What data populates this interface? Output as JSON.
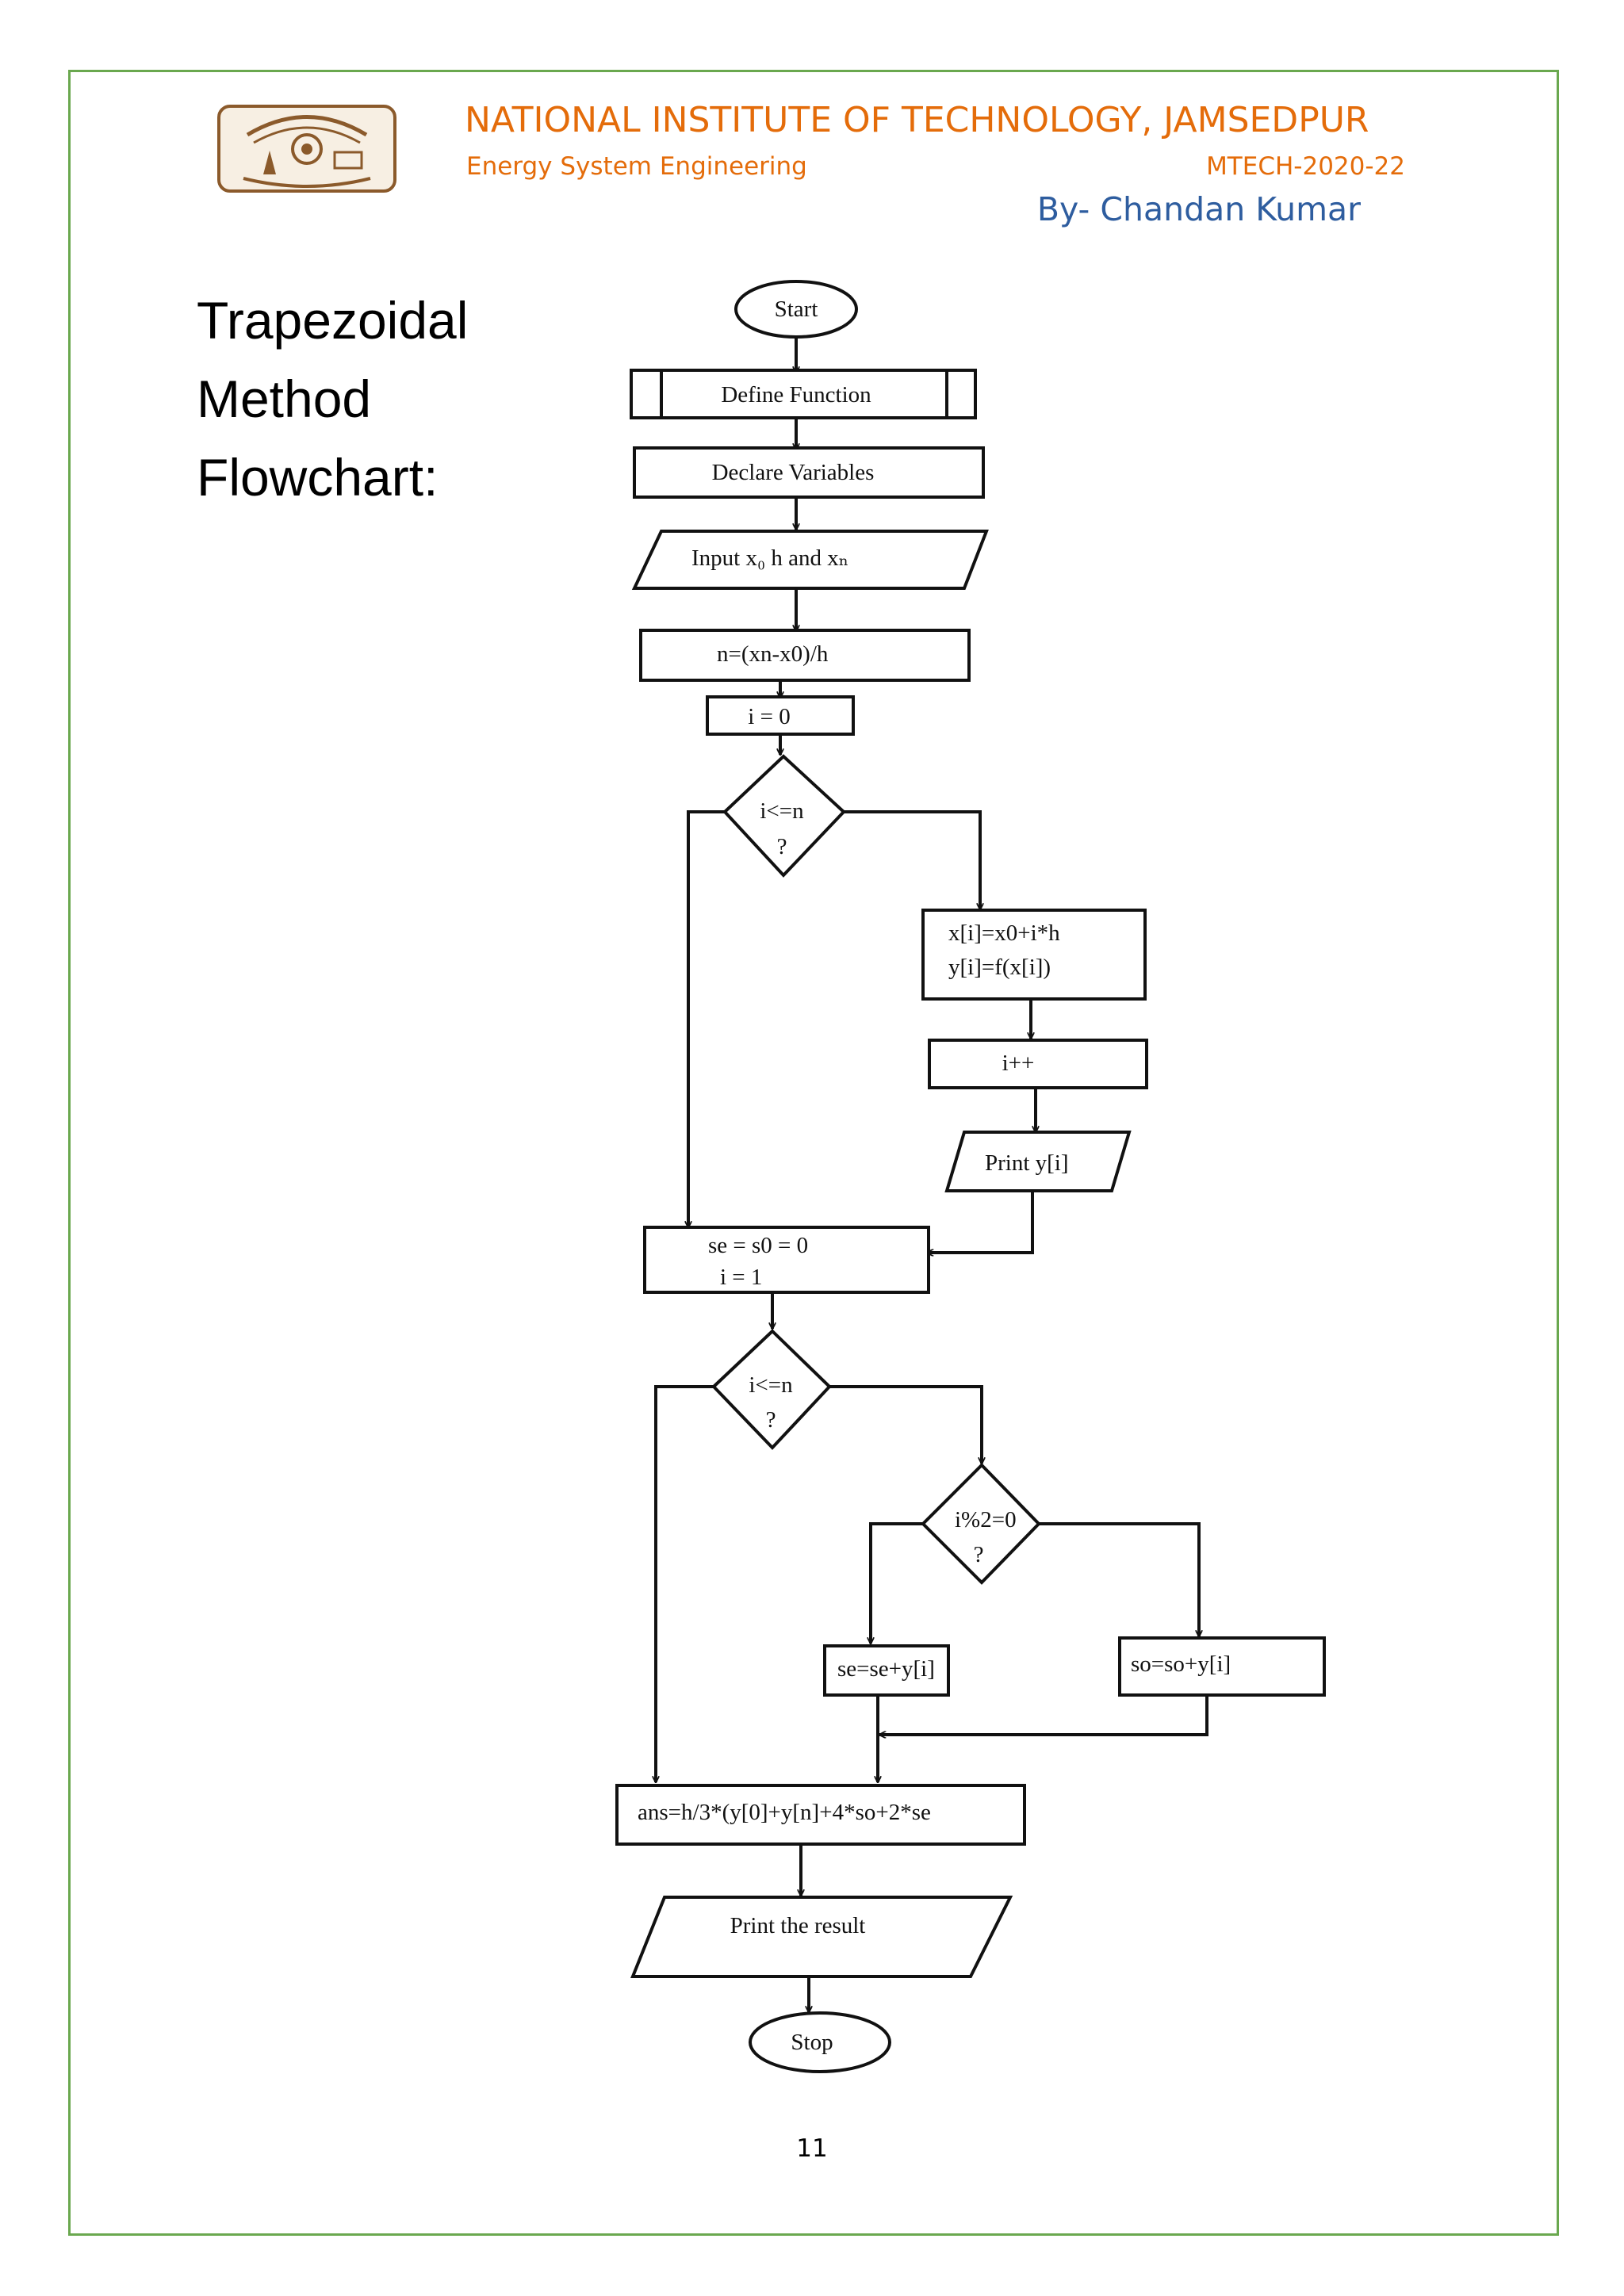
{
  "header": {
    "institute": "NATIONAL INSTITUTE OF TECHNOLOGY, JAMSEDPUR",
    "department": "Energy System Engineering",
    "program": "MTECH-2020-22",
    "author": "By- Chandan Kumar"
  },
  "heading": {
    "line1": "Trapezoidal",
    "line2": "Method",
    "line3": "Flowchart:"
  },
  "flowchart": {
    "start": "Start",
    "define_function": "Define Function",
    "declare_variables": "Declare Variables",
    "input": "Input x₀ h and xₙ",
    "compute_n": "n=(xn-x0)/h",
    "init_i": "i = 0",
    "cond1_line1": "i<=n",
    "cond1_line2": "?",
    "loop_line1": "x[i]=x0+i*h",
    "loop_line2": "y[i]=f(x[i])",
    "increment": "i++",
    "print_y": "Print  y[i]",
    "init_sums_line1": "se = s0 = 0",
    "init_sums_line2": "i = 1",
    "cond2_line1": "i<=n",
    "cond2_line2": "?",
    "cond3_line1": "i%2=0",
    "cond3_line2": "?",
    "add_even": "se=se+y[i]",
    "add_odd": "so=so+y[i]",
    "answer": "ans=h/3*(y[0]+y[n]+4*so+2*se",
    "print_result": "Print the result",
    "stop": "Stop"
  },
  "footer": {
    "page_number": "11"
  },
  "colors": {
    "border": "#6aa84f",
    "title": "#e46c0a",
    "author": "#2e5d9f",
    "logo": "#8b5a2b"
  }
}
